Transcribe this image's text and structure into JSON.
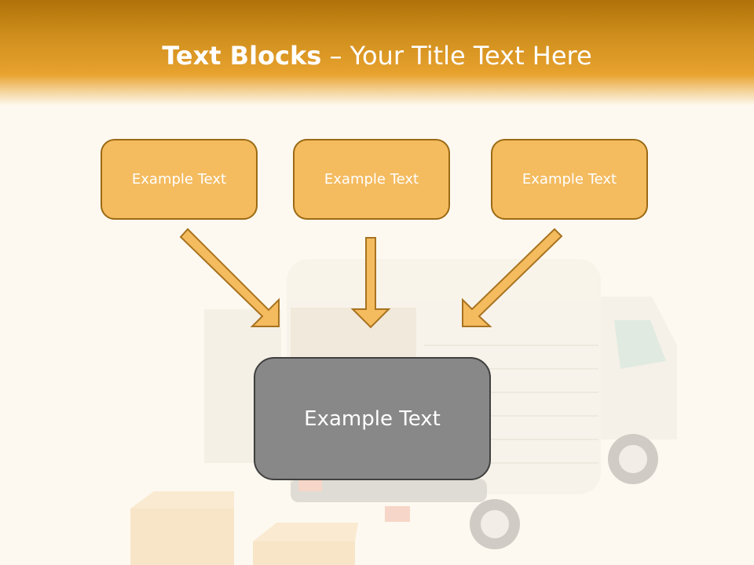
{
  "slide": {
    "title_bold": "Text Blocks",
    "title_rest": " – Your Title Text Here"
  },
  "blocks": [
    {
      "text": "Example Text"
    },
    {
      "text": "Example Text"
    },
    {
      "text": "Example Text"
    }
  ],
  "center_block": {
    "text": "Example Text"
  },
  "colors": {
    "header": "#d08f1d",
    "block_fill": "#f4bb5f",
    "block_border": "#9b6a14",
    "center_fill": "#888888",
    "center_border": "#404040",
    "background": "#fdf9f0"
  },
  "background_image": "delivery-truck-with-boxes"
}
